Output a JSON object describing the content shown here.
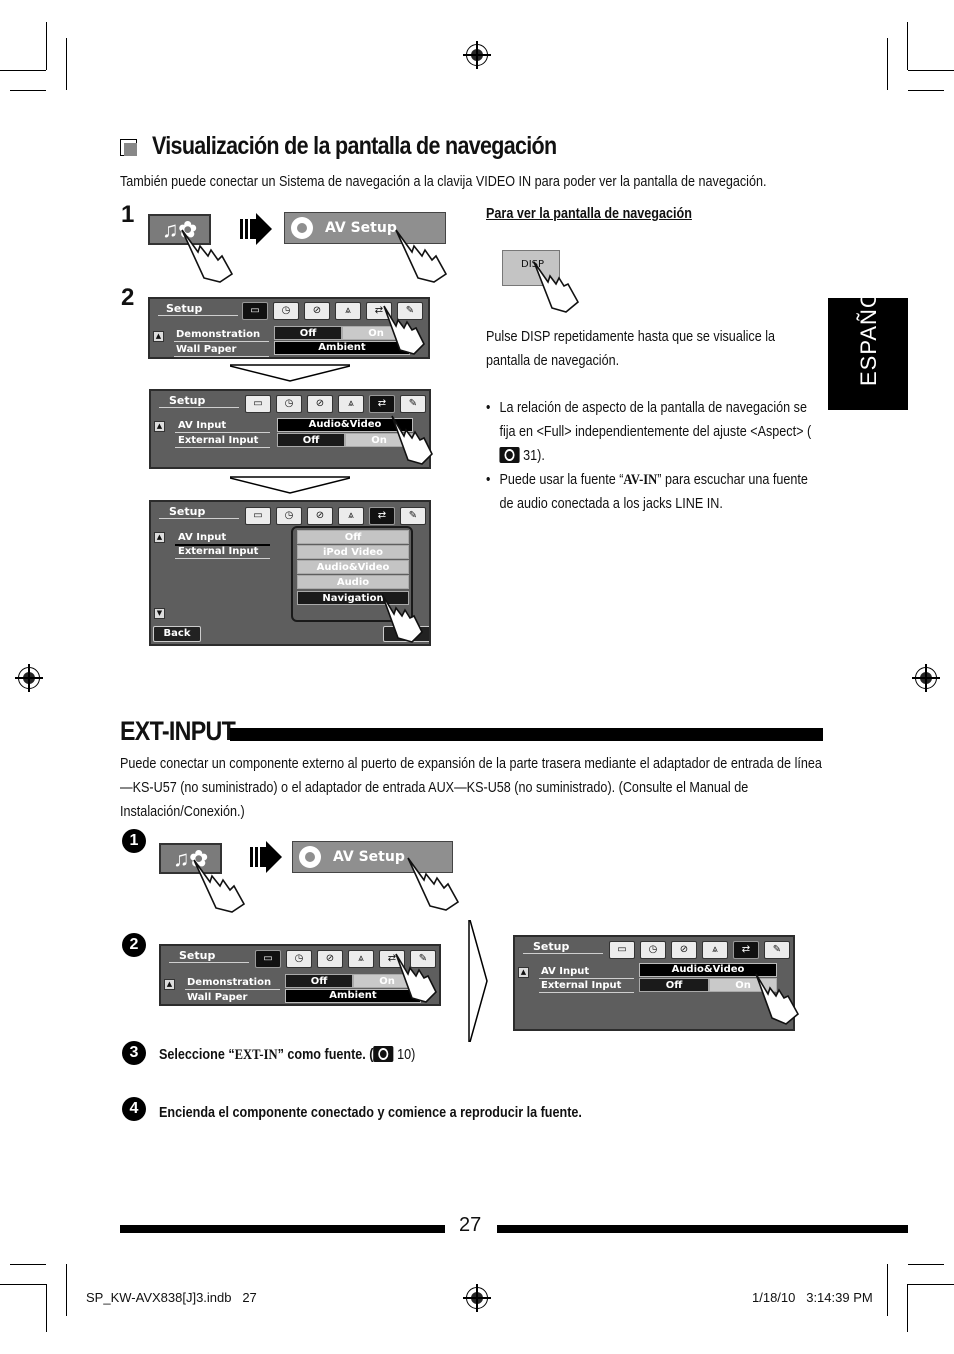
{
  "title": "Visualización de la pantalla de navegación",
  "intro": "También puede conectar un Sistema de navegación a la clavija VIDEO IN para poder ver la pantalla de navegación.",
  "steps_top": [
    "1",
    "2"
  ],
  "side_tab": "ESPAÑOL",
  "av_setup_label": "AV Setup",
  "music_icon_label": "♫✿",
  "disp_label": "DISP",
  "nav_section": {
    "heading": "Para ver la pantalla de navegación",
    "instruction": "Pulse DISP repetidamente hasta que se visualice la pantalla de navegación.",
    "bullet1": "La relación de aspecto de la pantalla de navegación se fija en <Full> independientemente del ajuste <Aspect> (",
    "bullet1_page": "31).",
    "bullet2_a": "Puede usar la fuente “",
    "bullet2_b": "AV-IN",
    "bullet2_c": "” para escuchar una fuente de audio conectada a los jacks LINE IN."
  },
  "setup_screen": {
    "title": "Setup",
    "row1": "Demonstration",
    "row2": "Wall Paper",
    "off": "Off",
    "on": "On",
    "ambient": "Ambient"
  },
  "av_screen": {
    "title": "Setup",
    "row1": "AV Input",
    "row2": "External Input",
    "value": "Audio&Video",
    "off": "Off",
    "on": "On"
  },
  "menu_screen": {
    "title": "Setup",
    "row1": "AV Input",
    "row2": "External Input",
    "options": [
      "Off",
      "iPod Video",
      "Audio&Video",
      "Audio",
      "Navigation"
    ],
    "back": "Back"
  },
  "ext_title": "EXT-INPUT",
  "ext_intro": "Puede conectar un componente externo al puerto de expansión de la parte trasera mediante el adaptador de entrada de línea—KS-U57 (no suministrado) o el adaptador de entrada AUX—KS-U58 (no suministrado). (Consulte el Manual de Instalación/Conexión.)",
  "ext_steps": [
    "1",
    "2",
    "3",
    "4"
  ],
  "ext_step3_a": "Seleccione “",
  "ext_step3_b": "EXT-IN",
  "ext_step3_c": "” como fuente. (",
  "ext_step3_page": "10)",
  "ext_step4": "Encienda el componente conectado y comience a reproducir la fuente.",
  "page_number": "27",
  "footer_left": "SP_KW-AVX838[J]3.indb   27",
  "footer_right": "1/18/10   3:14:39 PM",
  "icons": [
    "display-icon",
    "clock-icon",
    "disc-icon",
    "antenna-icon",
    "input-icon",
    "wrench-icon",
    "magnify-icon",
    "hand-pointer-icon",
    "registration-mark-icon"
  ]
}
